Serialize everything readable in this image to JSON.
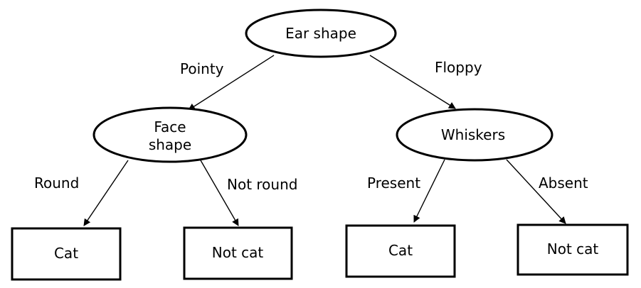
{
  "root": {
    "label": "Ear shape"
  },
  "branches": {
    "pointy": "Pointy",
    "floppy": "Floppy",
    "round": "Round",
    "not_round": "Not round",
    "present": "Present",
    "absent": "Absent"
  },
  "internal": {
    "face_shape": [
      "Face",
      "shape"
    ],
    "whiskers": "Whiskers"
  },
  "leaves": {
    "cat_1": "Cat",
    "not_cat_1": "Not cat",
    "cat_2": "Cat",
    "not_cat_2": "Not cat"
  },
  "colors": {
    "stroke": "#000000",
    "fill": "#ffffff",
    "text": "#000000"
  }
}
